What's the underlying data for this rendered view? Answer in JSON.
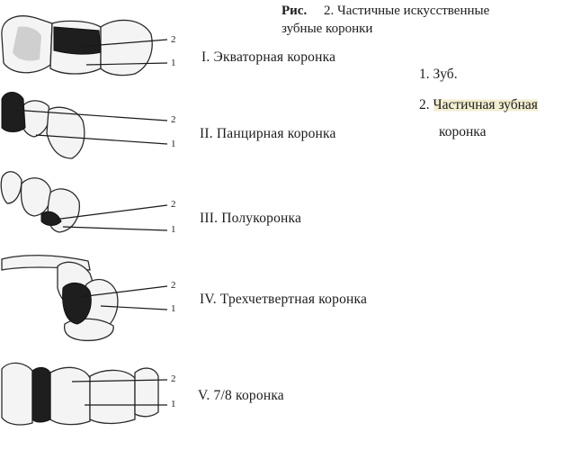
{
  "caption": {
    "fig_label": "Рис.",
    "fig_number": "2.",
    "line1": "Частичные искусственные",
    "line2": "зубные коронки"
  },
  "legend": {
    "item1": "1. Зуб.",
    "item2_num": "2.",
    "item2_line1": "Частичная зубная",
    "item2_line2": "коронка"
  },
  "rows": [
    {
      "label": "I. Экваторная коронка",
      "pointer_top": "2",
      "pointer_bottom": "1"
    },
    {
      "label": "II. Панцирная коронка",
      "pointer_top": "2",
      "pointer_bottom": "1"
    },
    {
      "label": "III. Полукоронка",
      "pointer_top": "2",
      "pointer_bottom": "1"
    },
    {
      "label": "IV. Трехчетвертная коронка",
      "pointer_top": "2",
      "pointer_bottom": "1"
    },
    {
      "label": "V. 7/8 коронка",
      "pointer_top": "2",
      "pointer_bottom": "1"
    }
  ]
}
